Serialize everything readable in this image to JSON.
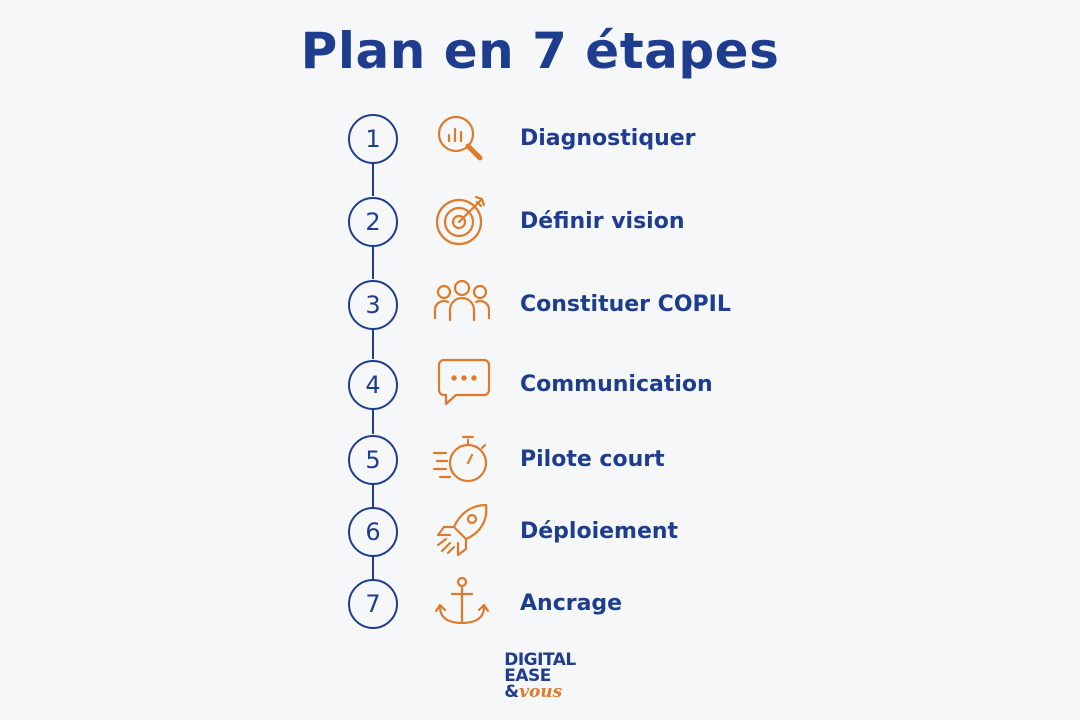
{
  "title": "Plan en 7 étapes",
  "colors": {
    "primary": "#1f3d8f",
    "accent": "#e07a2b",
    "background": "#f6f7f9"
  },
  "steps": [
    {
      "number": "1",
      "label": "Diagnostiquer",
      "icon": "magnifier-chart-icon"
    },
    {
      "number": "2",
      "label": "Définir vision",
      "icon": "target-icon"
    },
    {
      "number": "3",
      "label": "Constituer COPIL",
      "icon": "team-icon"
    },
    {
      "number": "4",
      "label": "Communication",
      "icon": "chat-bubble-icon"
    },
    {
      "number": "5",
      "label": "Pilote court",
      "icon": "stopwatch-icon"
    },
    {
      "number": "6",
      "label": "Déploiement",
      "icon": "rocket-icon"
    },
    {
      "number": "7",
      "label": "Ancrage",
      "icon": "anchor-icon"
    }
  ],
  "logo": {
    "line1": "DIGITAL",
    "line2": "EASE",
    "line3_prefix": "&",
    "line3_suffix": "vous"
  }
}
